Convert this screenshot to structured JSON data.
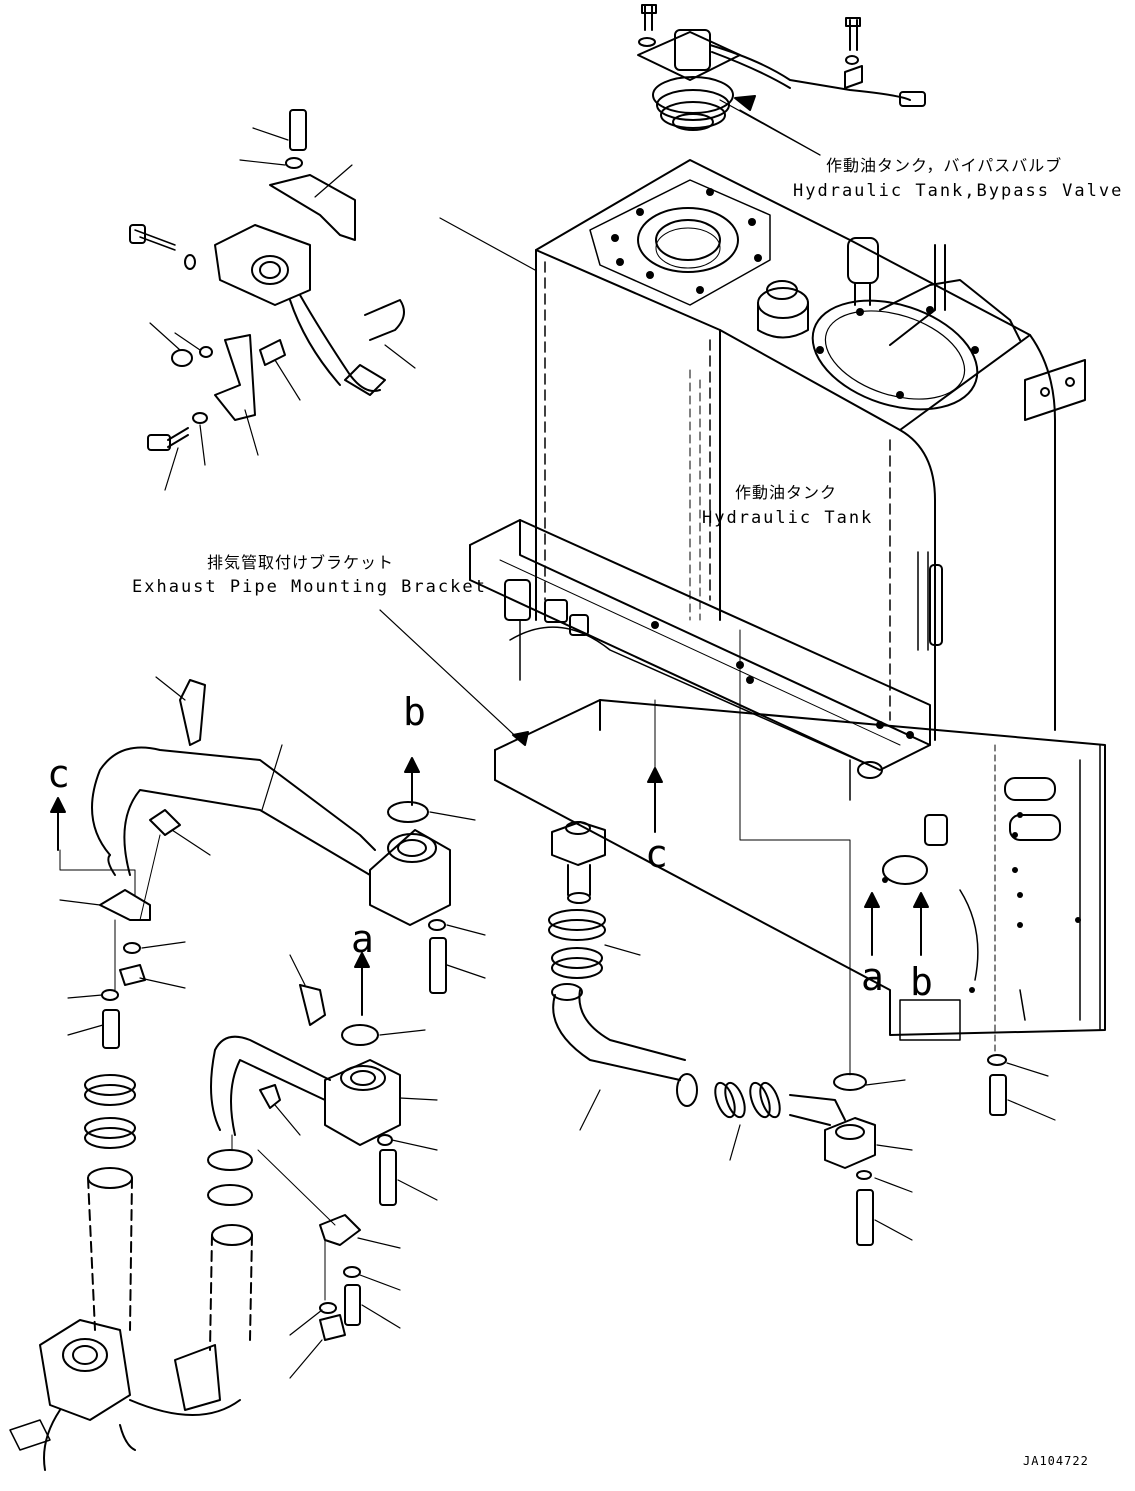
{
  "labels": {
    "bypass_valve": {
      "jp": "作動油タンク，バイパスバルブ",
      "en": "Hydraulic Tank,Bypass Valve"
    },
    "hydraulic_tank": {
      "jp": "作動油タンク",
      "en": "Hydraulic Tank"
    },
    "exhaust_bracket": {
      "jp": "排気管取付けブラケット",
      "en": "Exhaust Pipe Mounting Bracket"
    }
  },
  "refs": {
    "b_upper": "b",
    "c_center": "c",
    "c_left": "c",
    "a_left": "a",
    "a_right": "a",
    "b_right": "b"
  },
  "drawing_code": "JA104722"
}
